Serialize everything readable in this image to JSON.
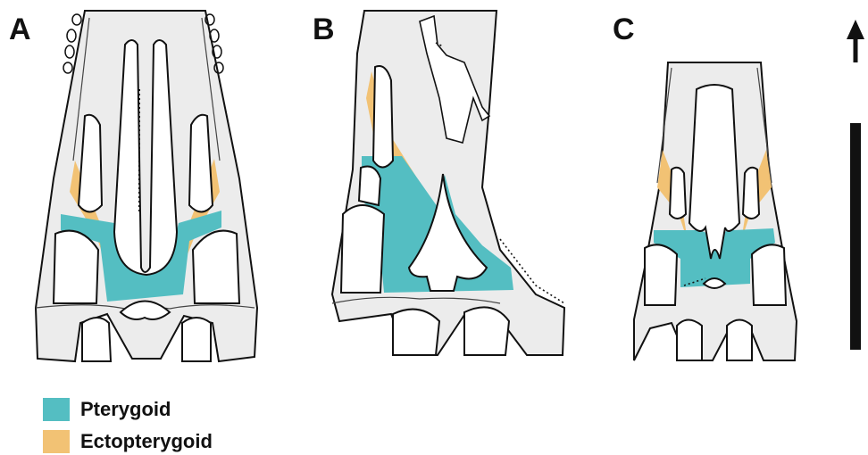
{
  "panels": {
    "a": {
      "label": "A"
    },
    "b": {
      "label": "B"
    },
    "c": {
      "label": "C"
    }
  },
  "legend": [
    {
      "label": "Pterygoid",
      "color": "#54bec2"
    },
    {
      "label": "Ectopterygoid",
      "color": "#f2c274"
    }
  ],
  "colors": {
    "bone": "#ececec",
    "outline": "#111111",
    "pterygoid": "#54bec2",
    "ectopterygoid": "#f2c274"
  },
  "icons": [
    "up-arrow-icon",
    "scale-bar"
  ]
}
